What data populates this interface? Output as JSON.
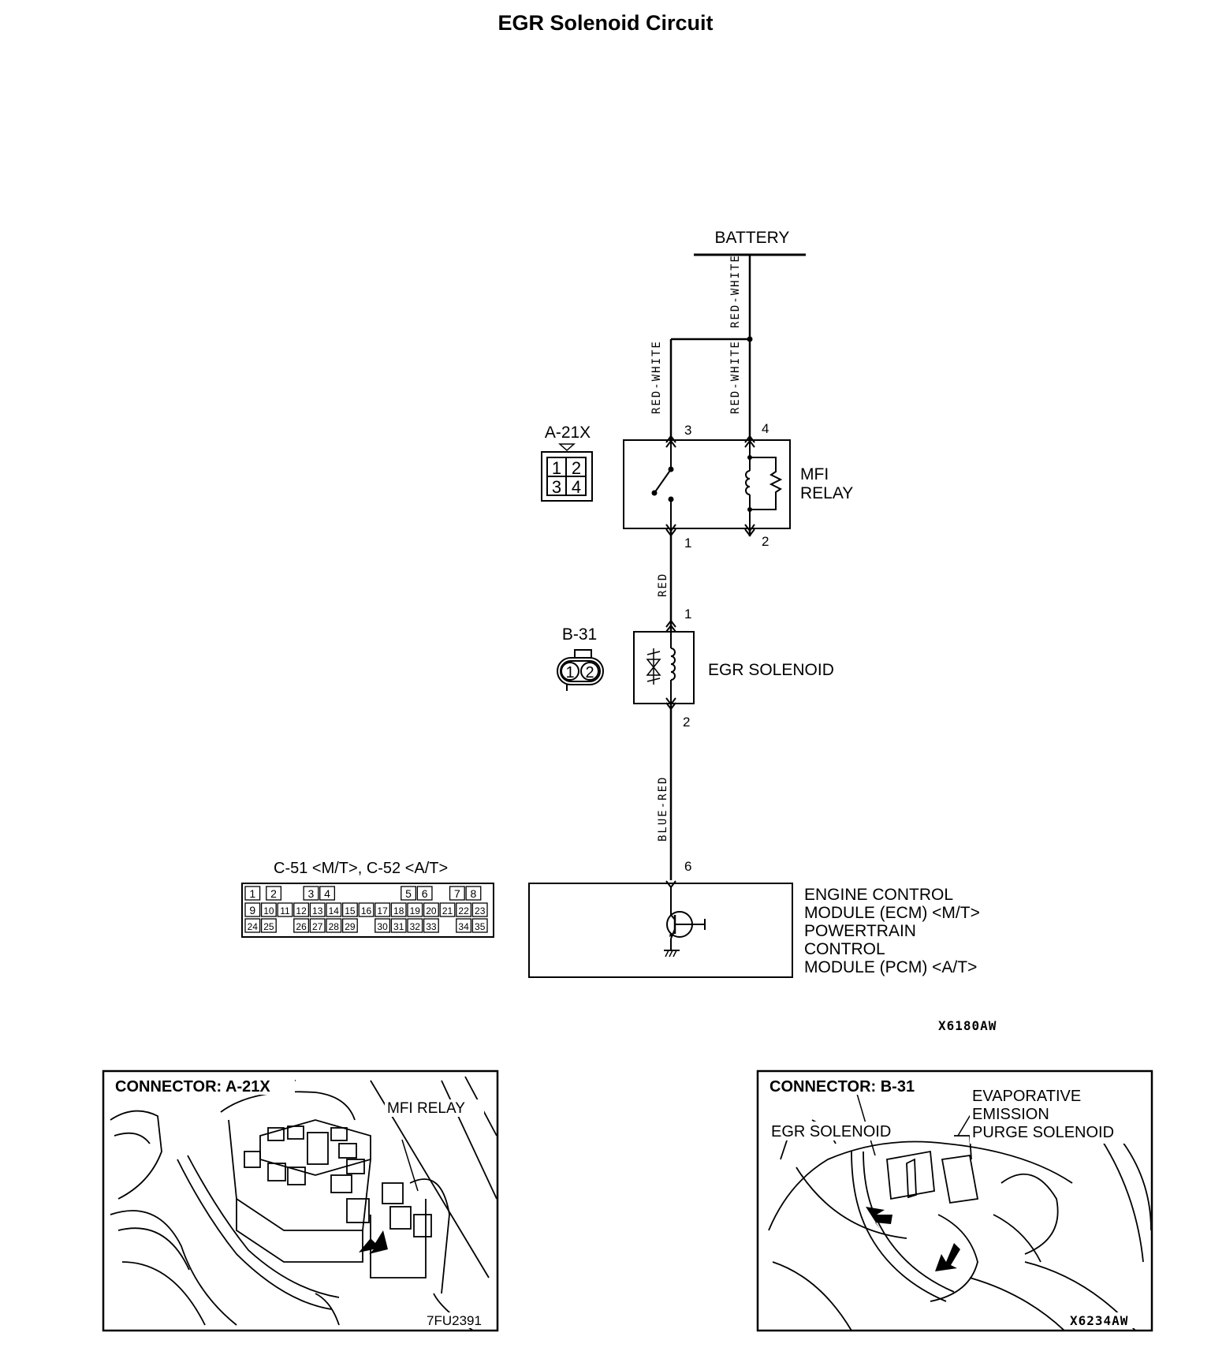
{
  "title": "EGR  Solenoid  Circuit",
  "battery_label": "BATTERY",
  "wires": {
    "battery_feed": "RED-WHITE",
    "relay_pin3": "RED-WHITE",
    "relay_pin4": "RED-WHITE",
    "relay_to_solenoid": "RED",
    "solenoid_to_ecm": "BLUE-RED"
  },
  "pins": {
    "relay_3": "3",
    "relay_4": "4",
    "relay_1": "1",
    "relay_2": "2",
    "solenoid_1": "1",
    "solenoid_2": "2",
    "ecm_6": "6"
  },
  "mfi_relay": {
    "line1": "MFI",
    "line2": "RELAY"
  },
  "egr_solenoid_label": "EGR SOLENOID",
  "connectors": {
    "a21x": {
      "label": "A-21X",
      "pins": [
        "1",
        "2",
        "3",
        "4"
      ]
    },
    "b31": {
      "label": "B-31",
      "pins": [
        "1",
        "2"
      ]
    },
    "c51": {
      "label": "C-51 <M/T>, C-52 <A/T>",
      "row1": [
        "1",
        "2",
        "",
        "3",
        "4",
        "",
        "",
        "",
        "",
        "5",
        "6",
        "",
        "7",
        "8"
      ],
      "row2": [
        "9",
        "10",
        "11",
        "12",
        "13",
        "14",
        "15",
        "16",
        "17",
        "18",
        "19",
        "20",
        "21",
        "22",
        "23"
      ],
      "row3": [
        "24",
        "25",
        "",
        "26",
        "27",
        "28",
        "29",
        "",
        "30",
        "31",
        "32",
        "33",
        "",
        "34",
        "35"
      ]
    }
  },
  "ecm": {
    "lines": [
      "ENGINE CONTROL",
      "MODULE (ECM) <M/T>",
      "POWERTRAIN",
      "CONTROL",
      "MODULE (PCM) <A/T>"
    ]
  },
  "diagram_code": "X6180AW",
  "photo_left": {
    "connector": "CONNECTOR:  A-21X",
    "callout": "MFI RELAY",
    "code": "7FU2391"
  },
  "photo_right": {
    "connector": "CONNECTOR:  B-31",
    "callout_egr": "EGR SOLENOID",
    "callout_evap": [
      "EVAPORATIVE",
      "EMISSION",
      "PURGE SOLENOID"
    ],
    "code": "X6234AW"
  }
}
